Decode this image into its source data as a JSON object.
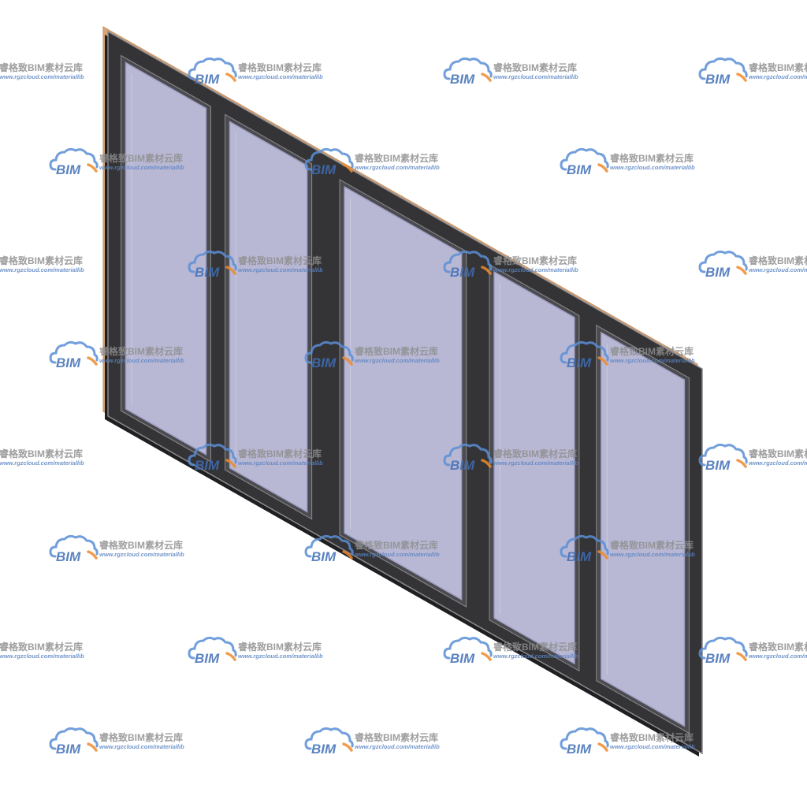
{
  "image": {
    "subject": "window-model",
    "background_color": "#ffffff",
    "frame_color": "#343437",
    "frame_edge_color": "#8a8a90",
    "glass_color": "#b9b8d4",
    "glass_edge_color": "#9e9ec2",
    "wall_edge_color": "#d6a57a",
    "panel_count": 5
  },
  "watermark": {
    "logo_text": "BIM",
    "title": "睿格致BIM素材云库",
    "url": "www.rgzcloud.com/materiallib",
    "logo_color": "#3f6eb6",
    "cloud_color": "#5a8fd6",
    "accent_color": "#ee8b2c"
  }
}
